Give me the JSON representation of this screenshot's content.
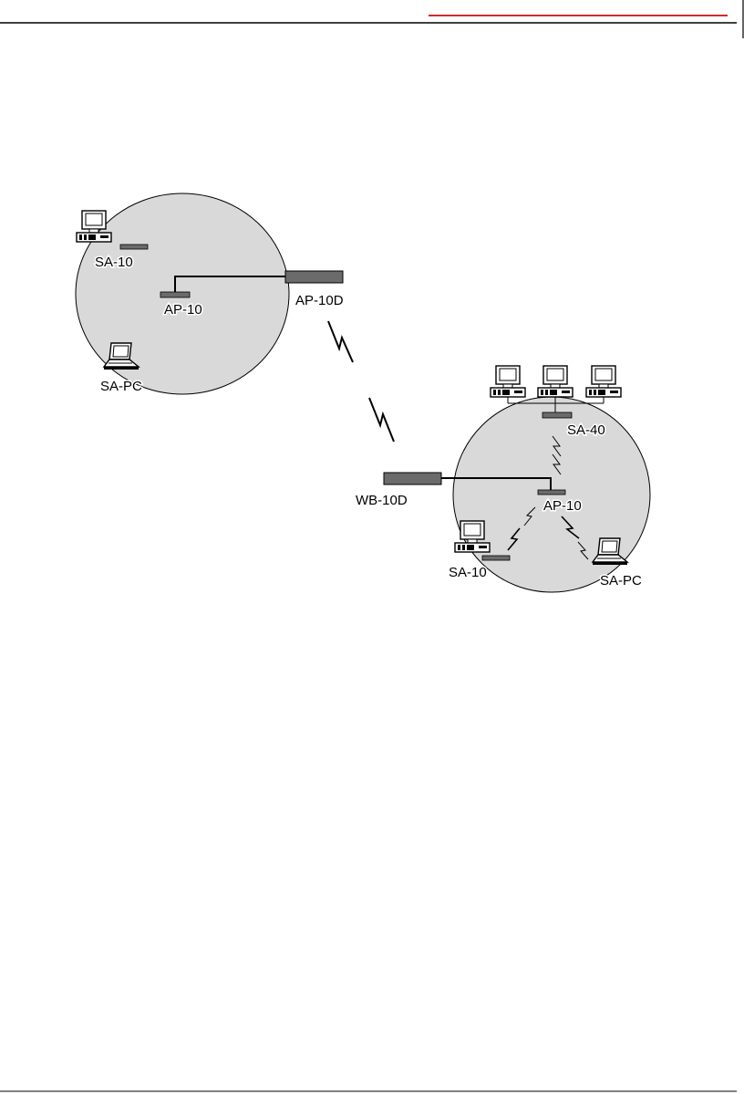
{
  "colors": {
    "header_rule": "#000000",
    "accent_rule": "#d42a2a",
    "coverage_fill": "#d9d9d9",
    "device_fill": "#6b6b6b",
    "line": "#000000"
  },
  "diagram": {
    "site_a": {
      "labels": {
        "sa10": "SA-10",
        "ap10": "AP-10",
        "ap10d": "AP-10D",
        "sapc": "SA-PC"
      }
    },
    "site_b": {
      "labels": {
        "sa40": "SA-40",
        "wb10d": "WB-10D",
        "ap10": "AP-10",
        "sa10": "SA-10",
        "sapc": "SA-PC"
      }
    },
    "icons": {
      "desktop": "desktop-computer-icon",
      "laptop": "laptop-icon",
      "radio_link": "lightning-bolt-icon"
    }
  }
}
